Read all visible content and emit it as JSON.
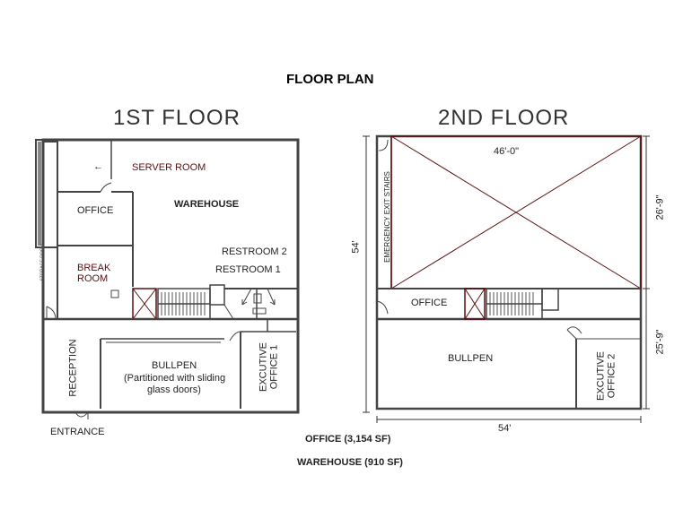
{
  "title": "FLOOR PLAN",
  "first_floor": {
    "heading": "1ST FLOOR",
    "rooms": {
      "server_room": "SERVER ROOM",
      "office": "OFFICE",
      "warehouse": "WAREHOUSE",
      "storage_room": "STORAGE ROOM",
      "break_room_line1": "BREAK",
      "break_room_line2": "ROOM",
      "restroom2": "RESTROOM 2",
      "restroom1": "RESTROOM 1",
      "reception": "RECEPTION",
      "bullpen": "BULLPEN",
      "bullpen_note_line1": "(Partitioned with sliding",
      "bullpen_note_line2": "glass doors)",
      "exec_office_line1": "EXCUTIVE",
      "exec_office_line2": "OFFICE 1",
      "entrance": "ENTRANCE"
    }
  },
  "second_floor": {
    "heading": "2ND FLOOR",
    "rooms": {
      "emergency_stairs": "EMERGENCY EXIT STAIRS",
      "office": "OFFICE",
      "bullpen": "BULLPEN",
      "exec_office_line1": "EXCUTIVE",
      "exec_office_line2": "OFFICE 2"
    },
    "dimensions": {
      "top_inner": "46'-0\"",
      "left": "54'",
      "right_upper": "26'-9\"",
      "right_lower": "25'-9\"",
      "bottom": "54'"
    }
  },
  "summary": {
    "office": "OFFICE (3,154 SF)",
    "warehouse": "WAREHOUSE (910 SF)"
  },
  "colors": {
    "wall": "#444444",
    "accent": "#5a1010",
    "stair": "#555555"
  }
}
